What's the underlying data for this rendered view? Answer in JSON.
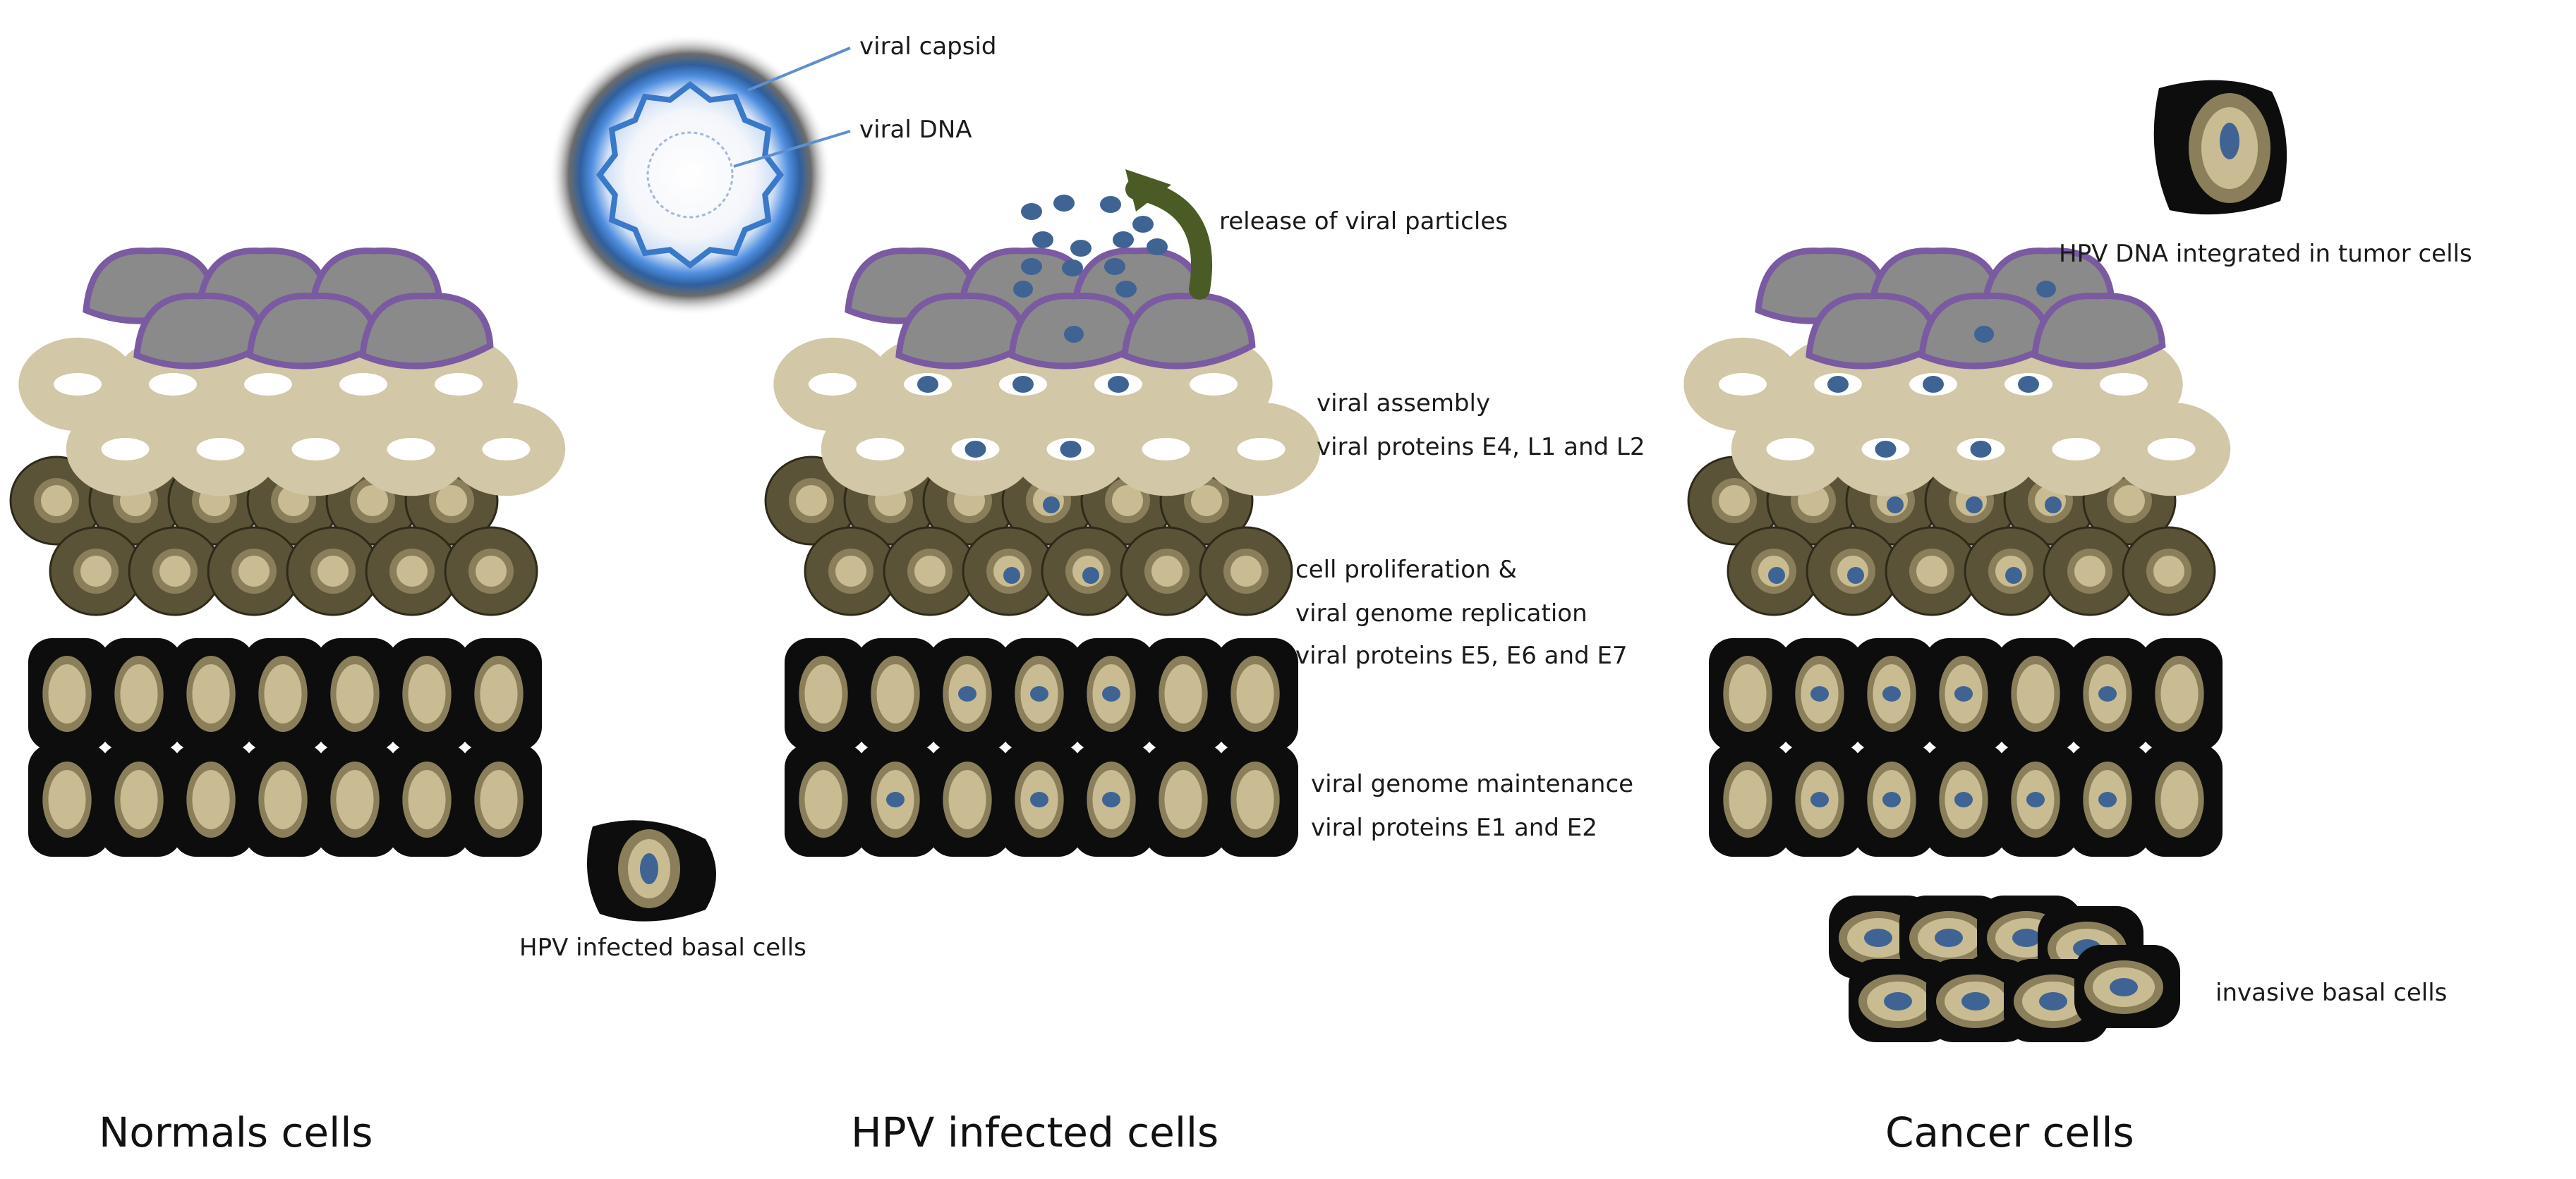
{
  "panels": {
    "normal": "Normals cells",
    "infected": "HPV infected cells",
    "cancer": "Cancer cells"
  },
  "virion": {
    "capsid_label": "viral capsid",
    "dna_label": "viral DNA"
  },
  "labels": {
    "infected_basal": "HPV infected basal cells",
    "release": "release of viral particles",
    "assembly": "viral assembly",
    "assembly_proteins": "viral proteins E4, L1 and L2",
    "proliferation": "cell proliferation &",
    "replication": "viral genome replication",
    "replication_proteins": "viral proteins E5, E6 and E7",
    "maintenance": "viral genome maintenance",
    "maintenance_proteins": "viral proteins E1 and E2",
    "integrated": "HPV DNA integrated in tumor cells",
    "invasive": "invasive basal cells"
  },
  "colors": {
    "superficial_fill": "#8a8a8a",
    "superficial_stroke": "#7a5aa0",
    "spinous_fill": "#d2c7a6",
    "granular_fill": "#5a5337",
    "basal_fill": "#0d0d0d",
    "nucleus_fill": "#c9bc93",
    "nucleus_ring": "#8a7f5a",
    "virus_dot": "#3f6494",
    "arrow": "#4b5b25",
    "capsid_blue": "#3a78c9"
  }
}
